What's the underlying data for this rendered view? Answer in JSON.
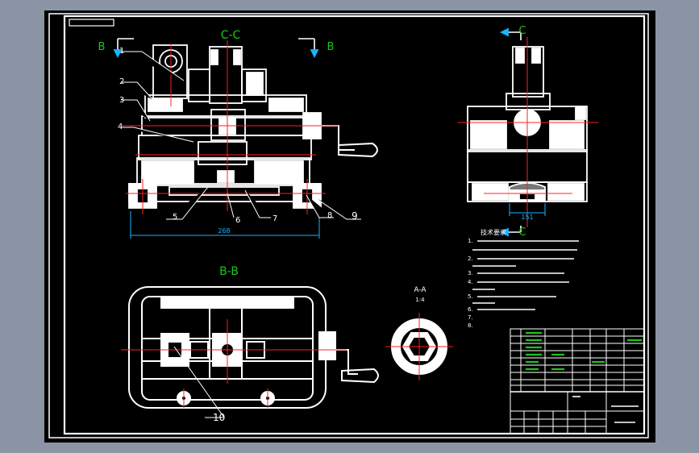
{
  "colors": {
    "background": "#8a94a4",
    "sheet": "#000000",
    "frame": "#ffffff",
    "view_label": "#18c818",
    "center_line": "#ff2020",
    "leader": "#ffffff",
    "dimension": "#18b4ff"
  },
  "views": {
    "section_cc": "C-C",
    "section_bb": "B-B",
    "section_aa": "A-A",
    "section_aa_scale": "1:4"
  },
  "markers": {
    "b_left": "B",
    "b_right": "B",
    "c_top": "C",
    "c_bottom": "C"
  },
  "parts": [
    "1",
    "2",
    "3",
    "4",
    "5",
    "6",
    "7",
    "8",
    "9",
    "10"
  ],
  "dimensions": {
    "overall_length": "268",
    "side_width": "151"
  },
  "notes": {
    "heading": "技术要求",
    "lines": [
      "1.",
      "2.",
      "3.",
      "4.",
      "5.",
      "6.",
      "7.",
      "8."
    ]
  }
}
